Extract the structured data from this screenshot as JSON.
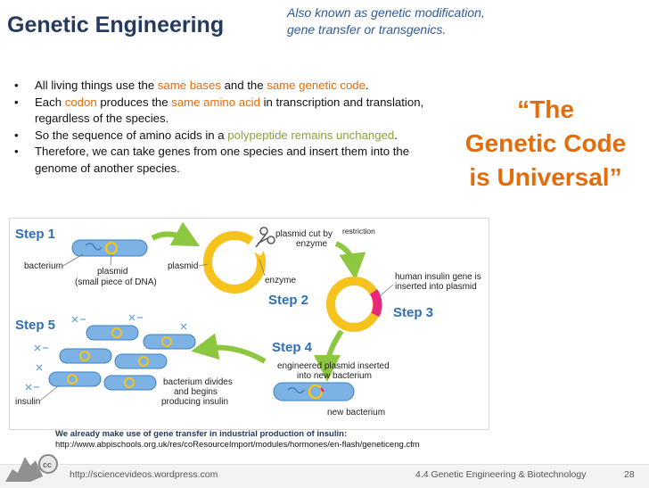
{
  "slide": {
    "title": "Genetic Engineering",
    "subtitle_line1": "Also known as genetic modification,",
    "subtitle_line2": "gene transfer or transgenics.",
    "bullets": [
      {
        "parts": [
          {
            "t": "All living things use the "
          },
          {
            "t": "same bases",
            "hl": true
          },
          {
            "t": " and the "
          },
          {
            "t": "same genetic code",
            "hl": true
          },
          {
            "t": "."
          }
        ]
      },
      {
        "parts": [
          {
            "t": "Each "
          },
          {
            "t": "codon",
            "hl": true
          },
          {
            "t": " produces the "
          },
          {
            "t": "same amino acid",
            "hl": true
          },
          {
            "t": " in transcription and translation, regardless of the species."
          }
        ]
      },
      {
        "parts": [
          {
            "t": "So the sequence of amino acids in a "
          },
          {
            "t": "polypeptide remains unchanged",
            "hl2": true
          },
          {
            "t": "."
          }
        ]
      },
      {
        "parts": [
          {
            "t": "Therefore, we can take genes from one species and insert them into the genome of another species."
          }
        ]
      }
    ],
    "quote_line1": "“The",
    "quote_line2": "Genetic Code",
    "quote_line3": "is Universal”",
    "diagram": {
      "step1": "Step 1",
      "step2": "Step 2",
      "step3": "Step 3",
      "step4": "Step 4",
      "step5": "Step 5",
      "bacterium": "bacterium",
      "plasmid": "plasmid",
      "plasmid_desc": "(small piece of DNA)",
      "plasmid2": "plasmid",
      "cut_line1": "plasmid cut by",
      "cut_line2": "enzyme",
      "restriction": "restriction",
      "enzyme": "enzyme",
      "insulin_gene_line1": "human insulin gene is",
      "insulin_gene_line2": "inserted into plasmid",
      "engineered_line1": "engineered plasmid inserted",
      "engineered_line2": "into new bacterium",
      "new_bacterium": "new bacterium",
      "divides_line1": "bacterium divides",
      "divides_line2": "and begins",
      "divides_line3": "producing insulin",
      "insulin": "insulin"
    },
    "footnote_line1": "We already make use of gene transfer in industrial production of insulin:",
    "footnote_line2": "http://www.abpischools.org.uk/res/coResourceImport/modules/hormones/en-flash/geneticeng.cfm",
    "footer_left": "http://sciencevideos.wordpress.com",
    "footer_right": "4.4 Genetic Engineering & Biotechnology",
    "page_number": "28"
  },
  "colors": {
    "title": "#243a5e",
    "subtitle": "#2e5a9c",
    "highlight": "#e46c0a",
    "highlight_green": "#8aa33a",
    "step_label": "#2f6fb8",
    "bacterium": "#7db3e4",
    "plasmid": "#f6c21c",
    "insulin_gene": "#e8277d",
    "arrow": "#8dc63f"
  }
}
